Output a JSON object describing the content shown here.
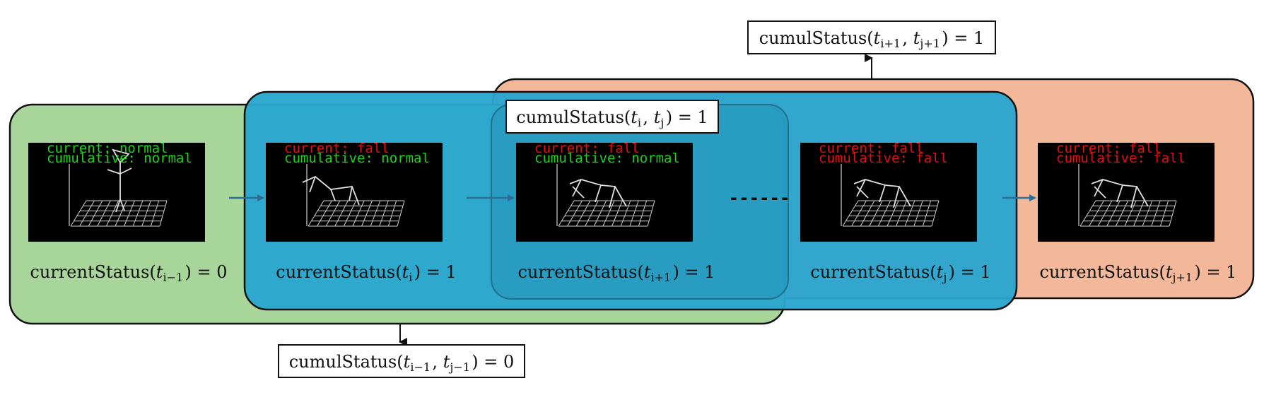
{
  "colors": {
    "green_window": "#a8d59a",
    "blue_window": "#2aa6cf",
    "orange_window": "#f3b79a",
    "overlap_inner": "#2594b8",
    "frame_bg": "#000000",
    "status_normal": "#1fd11f",
    "status_fall": "#e01010",
    "skeleton": "#e0e0e0",
    "arrow_blue": "#2a6f96"
  },
  "frames": [
    {
      "current_text": "current: normal",
      "current_state": "normal",
      "cumulative_text": "cumulative: normal",
      "cumulative_state": "normal",
      "pose": "standing",
      "caption": {
        "func": "currentStatus",
        "var": "t",
        "sub": "i−1",
        "value": "= 0"
      }
    },
    {
      "current_text": "current: fall",
      "current_state": "fall",
      "cumulative_text": "cumulative: normal",
      "cumulative_state": "normal",
      "pose": "falling",
      "caption": {
        "func": "currentStatus",
        "var": "t",
        "sub": "i",
        "value": "= 1"
      }
    },
    {
      "current_text": "current: fall",
      "current_state": "fall",
      "cumulative_text": "cumulative: normal",
      "cumulative_state": "normal",
      "pose": "lying",
      "caption": {
        "func": "currentStatus",
        "var": "t",
        "sub": "i+1",
        "value": "= 1"
      }
    },
    {
      "current_text": "current: fall",
      "current_state": "fall",
      "cumulative_text": "cumulative: fall",
      "cumulative_state": "fall",
      "pose": "lying",
      "caption": {
        "func": "currentStatus",
        "var": "t",
        "sub": "j",
        "value": "= 1"
      }
    },
    {
      "current_text": "current: fall",
      "current_state": "fall",
      "cumulative_text": "cumulative: fall",
      "cumulative_state": "fall",
      "pose": "lying",
      "caption": {
        "func": "currentStatus",
        "var": "t",
        "sub": "j+1",
        "value": "= 1"
      }
    }
  ],
  "ellipsis": "------",
  "cumul_boxes": {
    "top": {
      "func": "cumulStatus",
      "a": "t",
      "a_sub": "i+1",
      "b": "t",
      "b_sub": "j+1",
      "value": "= 1"
    },
    "middle": {
      "func": "cumulStatus",
      "a": "t",
      "a_sub": "i",
      "b": "t",
      "b_sub": "j",
      "value": "= 1"
    },
    "bottom": {
      "func": "cumulStatus",
      "a": "t",
      "a_sub": "i−1",
      "b": "t",
      "b_sub": "j−1",
      "value": "= 0"
    }
  }
}
